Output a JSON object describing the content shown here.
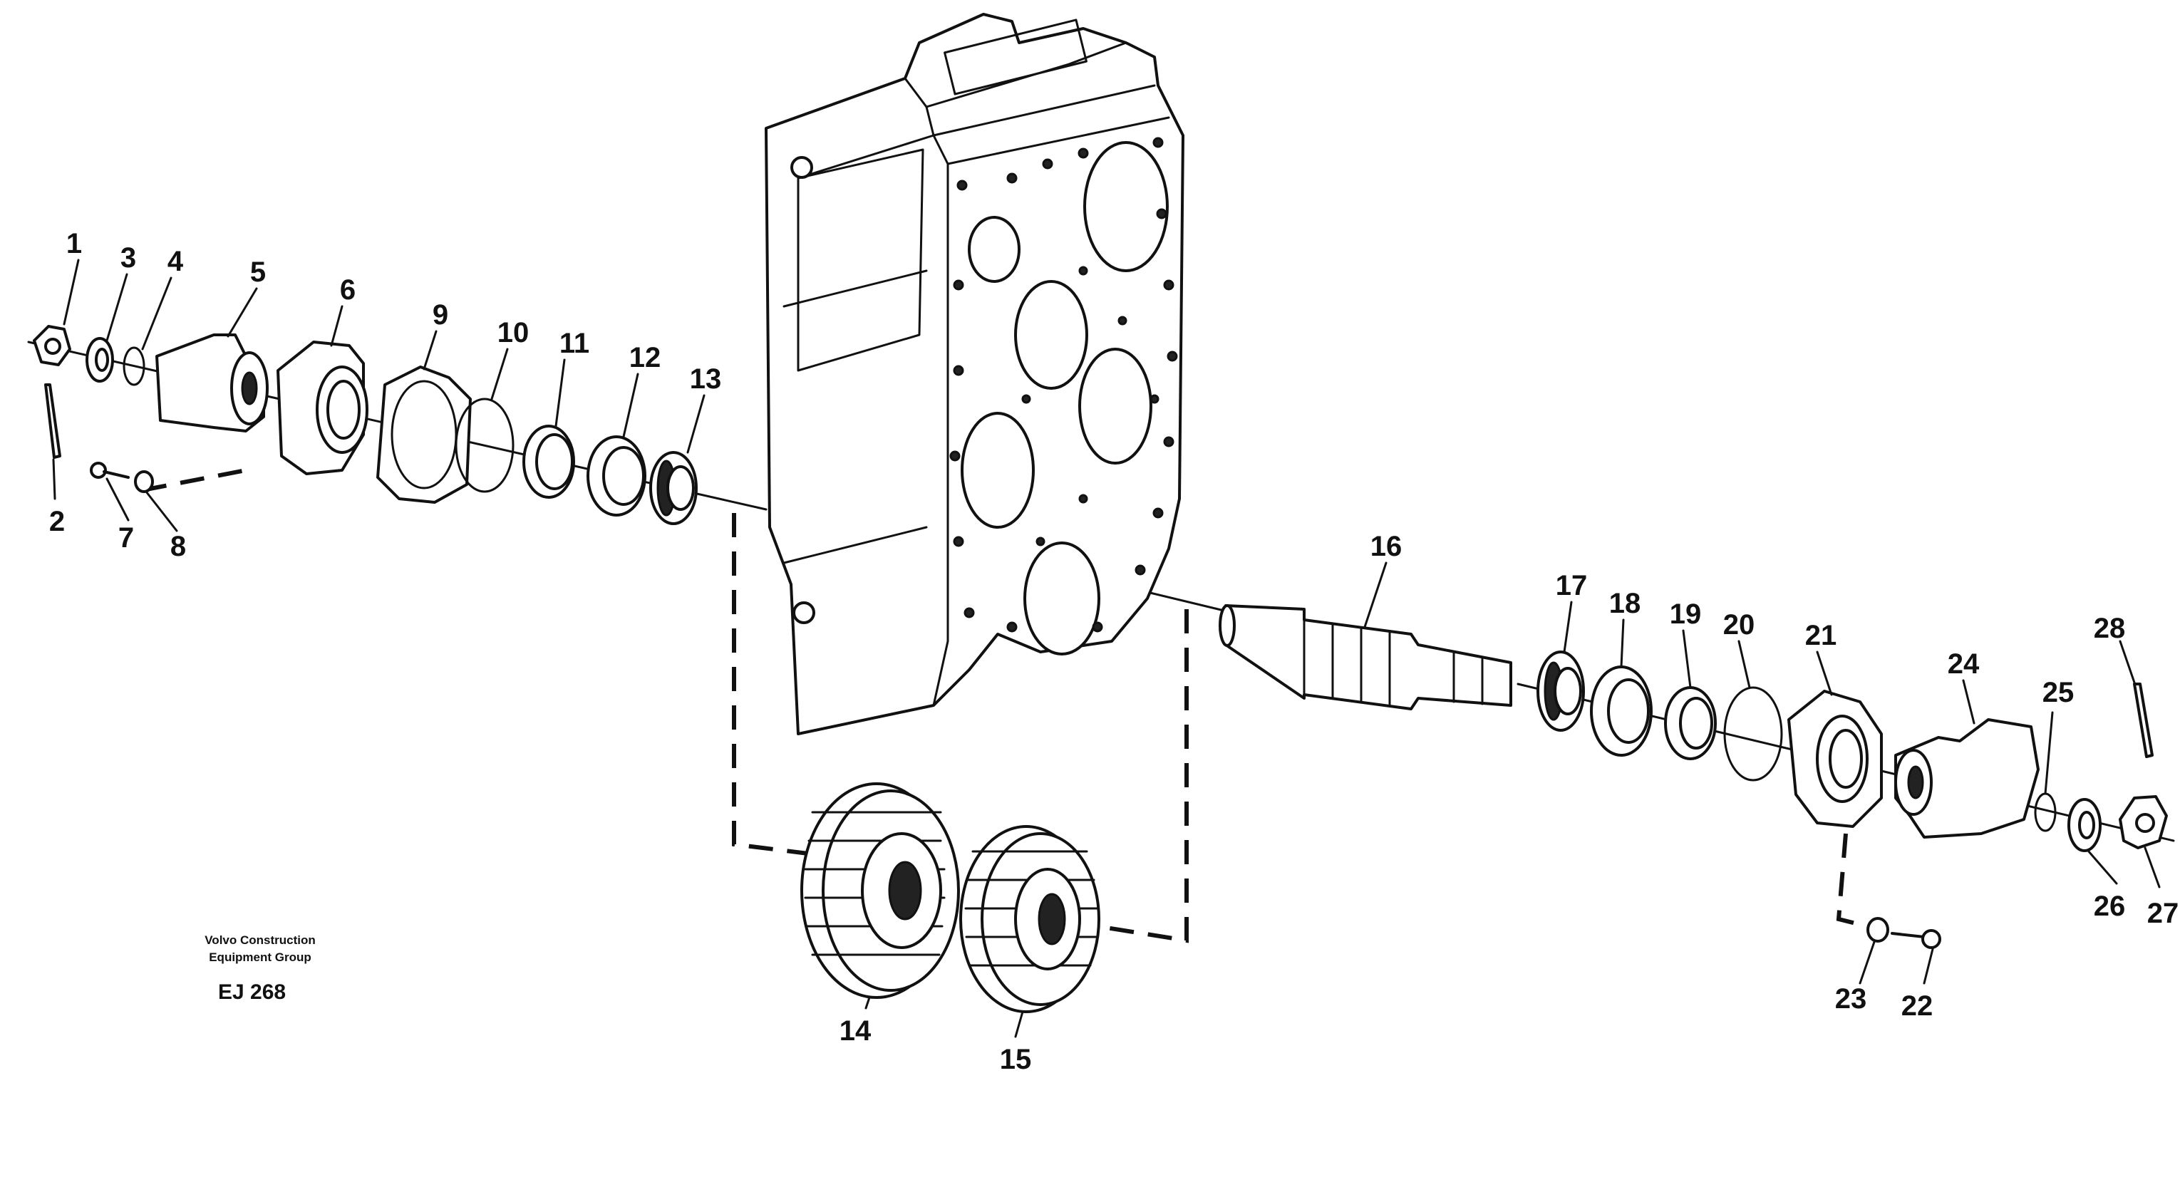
{
  "callouts": {
    "n1": "1",
    "n2": "2",
    "n3": "3",
    "n4": "4",
    "n5": "5",
    "n6": "6",
    "n7": "7",
    "n8": "8",
    "n9": "9",
    "n10": "10",
    "n11": "11",
    "n12": "12",
    "n13": "13",
    "n14": "14",
    "n15": "15",
    "n16": "16",
    "n17": "17",
    "n18": "18",
    "n19": "19",
    "n20": "20",
    "n21": "21",
    "n22": "22",
    "n23": "23",
    "n24": "24",
    "n25": "25",
    "n26": "26",
    "n27": "27",
    "n28": "28"
  },
  "caption": {
    "company_line1": "Volvo Construction",
    "company_line2": "Equipment Group",
    "code": "EJ 268"
  }
}
